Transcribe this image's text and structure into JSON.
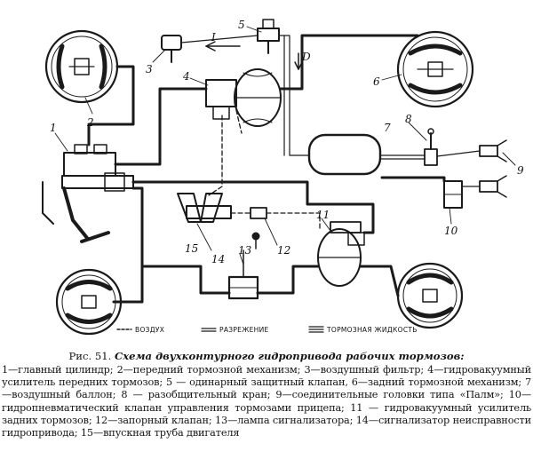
{
  "figure": {
    "number": "Рис. 51.",
    "title": "Схема двухконтурного гидропривода рабочих тормозов:",
    "caption": "1—главный цилиндр; 2—передний тормозной механизм; 3—воздушный фильтр; 4—гидровакуумный усилитель передних тормозов; 5 — одинарный защитный клапан, 6—задний тормозной механизм; 7—воздушный баллон; 8 — разобщительный кран; 9—соединительные головки типа «Палм»; 10—гидропневматический клапан управления тормозами прицепа; 11 — гидровакуумный усилитель задних тормозов; 12—запорный клапан; 13—лампа сигнализатора; 14—сигнализатор неисправности гидропривода; 15—впускная труба двигателя"
  },
  "callouts": [
    "1",
    "2",
    "3",
    "4",
    "5",
    "6",
    "7",
    "8",
    "9",
    "10",
    "11",
    "12",
    "13",
    "14",
    "15"
  ],
  "arrows": {
    "inlet": "I",
    "outlet": "D"
  },
  "legend": [
    {
      "label": "ВОЗДУХ",
      "style": "dashed"
    },
    {
      "label": "РАЗРЕЖЕНИЕ",
      "style": "double"
    },
    {
      "label": "ТОРМОЗНАЯ ЖИДКОСТЬ",
      "style": "triple"
    }
  ]
}
